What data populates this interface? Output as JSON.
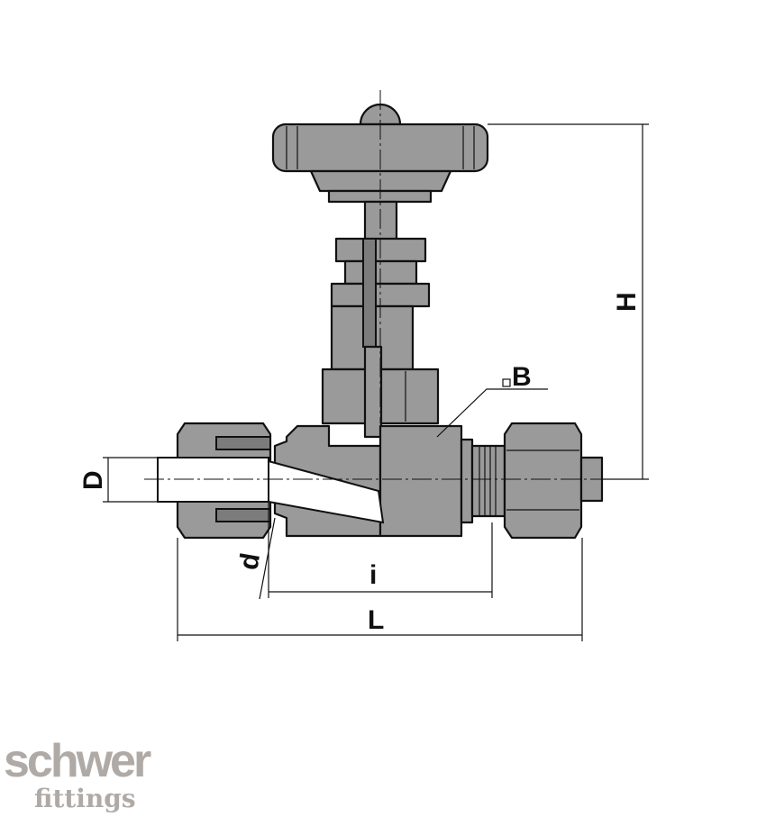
{
  "drawing": {
    "labels": {
      "D": "D",
      "d": "d",
      "i": "i",
      "L": "L",
      "H": "H",
      "B": "B"
    },
    "colors": {
      "body": "#9a9a9a",
      "outline": "#111111",
      "logo": "#b0aaa6"
    }
  },
  "logo": {
    "line1": "schwer",
    "line2": "fittings"
  }
}
